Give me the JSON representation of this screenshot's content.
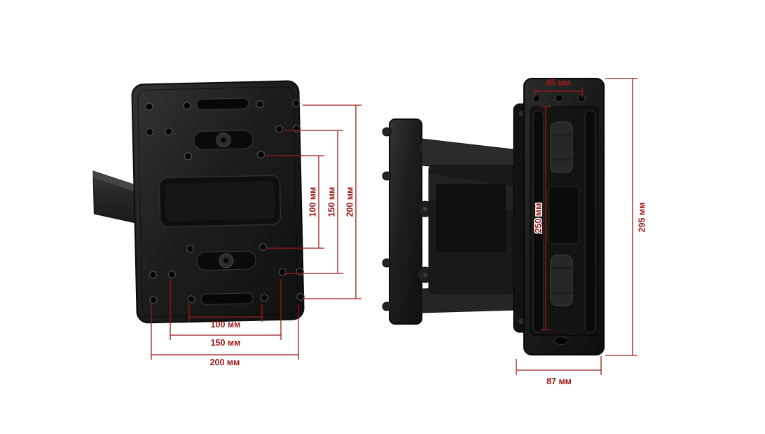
{
  "colors": {
    "dimension": "#9e1818",
    "bracket": "#171717",
    "background": "#ffffff"
  },
  "front_view": {
    "vertical_dims": [
      "100 мм",
      "150 мм",
      "200 мм"
    ],
    "horizontal_dims": [
      "100 мм",
      "150 мм",
      "200 мм"
    ]
  },
  "side_view": {
    "top_dim": "45 мм",
    "inner_vertical_dim": "250 мм",
    "height_dim": "295 мм",
    "bottom_dim": "87 мм"
  }
}
